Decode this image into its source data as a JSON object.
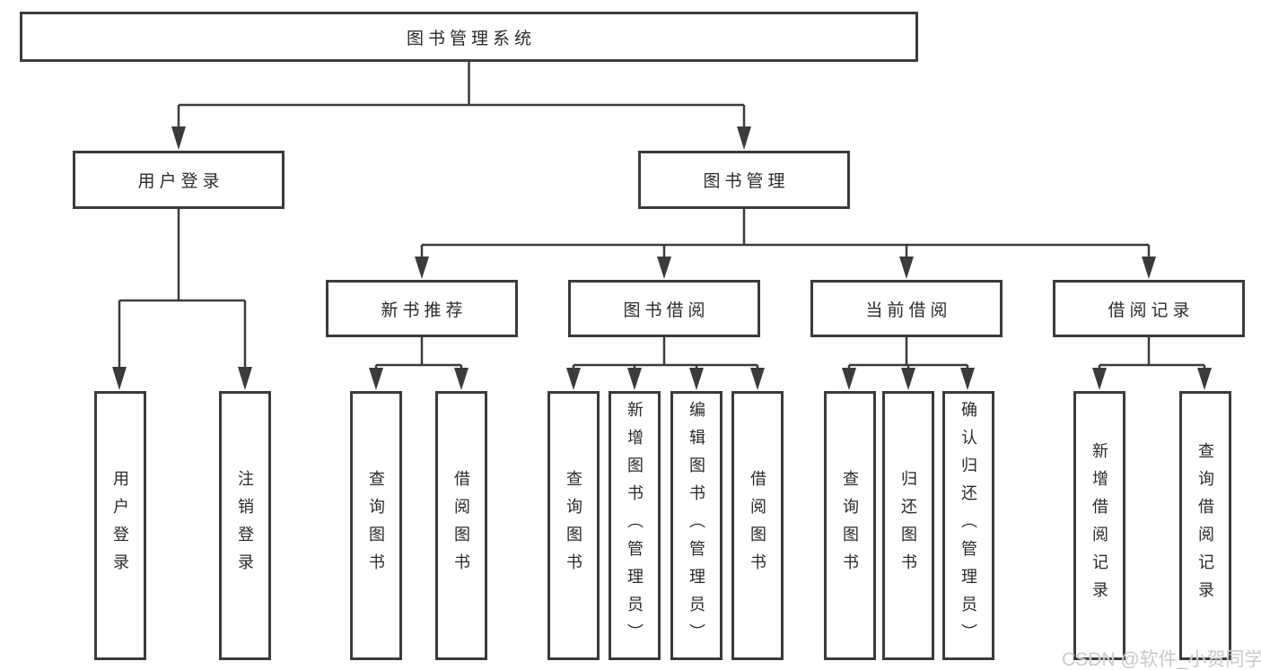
{
  "diagram": {
    "title": "图书管理系统",
    "watermark": "CSDN @软件_小贺同学",
    "colors": {
      "line": "#3b3b3b",
      "box_border": "#3b3b3b",
      "text": "#2a2a2a",
      "watermark": "#c9c9c9",
      "background": "#ffffff"
    }
  },
  "tree": {
    "label": "图书管理系统",
    "children": [
      {
        "label": "用户登录",
        "children": [
          {
            "label": "用户登录"
          },
          {
            "label": "注销登录"
          }
        ]
      },
      {
        "label": "图书管理",
        "children": [
          {
            "label": "新书推荐",
            "children": [
              {
                "label": "查询图书"
              },
              {
                "label": "借阅图书"
              }
            ]
          },
          {
            "label": "图书借阅",
            "children": [
              {
                "label": "查询图书"
              },
              {
                "label": "新增图书（管理员）"
              },
              {
                "label": "编辑图书（管理员）"
              },
              {
                "label": "借阅图书"
              }
            ]
          },
          {
            "label": "当前借阅",
            "children": [
              {
                "label": "查询图书"
              },
              {
                "label": "归还图书"
              },
              {
                "label": "确认归还（管理员）"
              }
            ]
          },
          {
            "label": "借阅记录",
            "children": [
              {
                "label": "新增借阅记录"
              },
              {
                "label": "查询借阅记录"
              }
            ]
          }
        ]
      }
    ]
  }
}
